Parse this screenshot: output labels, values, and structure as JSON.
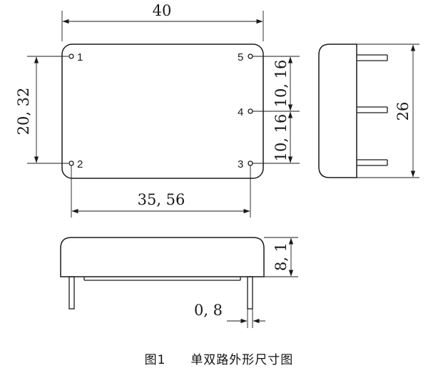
{
  "top_view": {
    "width_dim": "40",
    "height_dim": "20, 32",
    "pitch_dim": "35, 56",
    "pin_gap_upper": "10, 16",
    "pin_gap_lower": "10, 16",
    "pins": {
      "p1": "1",
      "p2": "2",
      "p3": "3",
      "p4": "4",
      "p5": "5"
    }
  },
  "side_view": {
    "height_dim": "26"
  },
  "front_view": {
    "thickness_dim": "8, 1",
    "pin_width_dim": "0, 8"
  },
  "caption": {
    "figure_label": "图1",
    "title": "单双路外形尺寸图"
  }
}
